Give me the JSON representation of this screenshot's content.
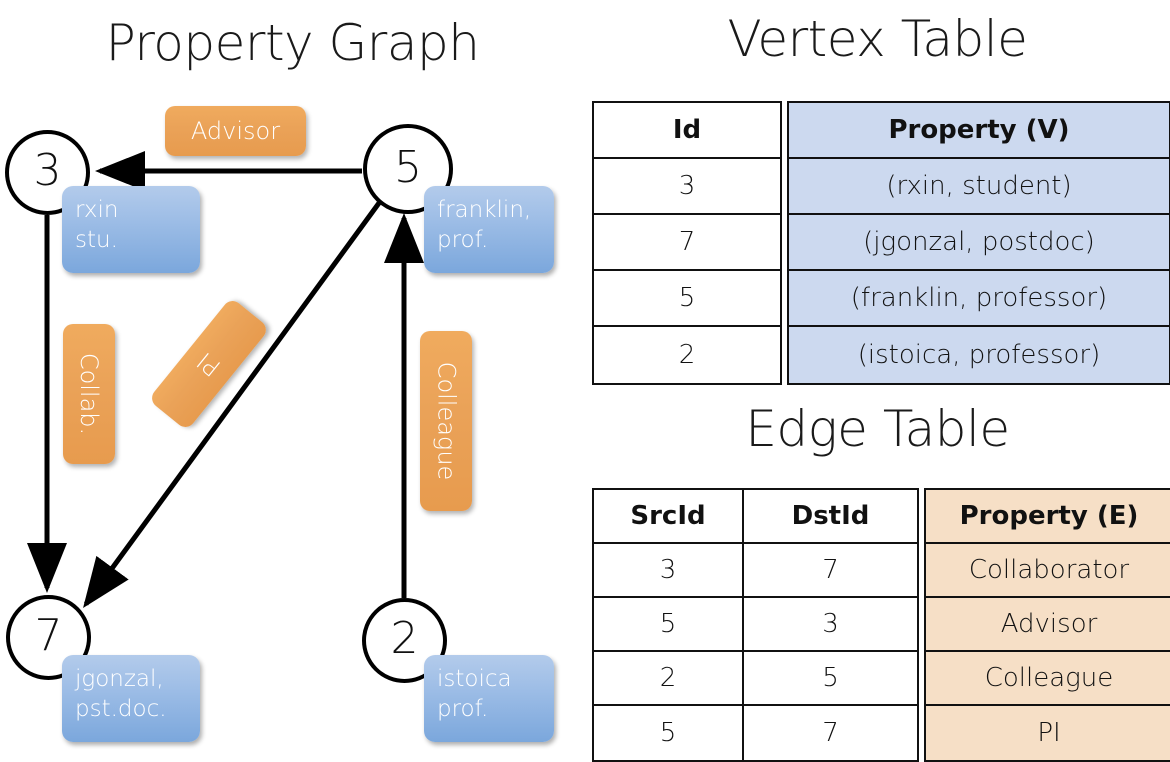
{
  "titles": {
    "property_graph": "Property Graph",
    "vertex_table": "Vertex Table",
    "edge_table": "Edge Table"
  },
  "graph": {
    "vertices": [
      {
        "id": "3",
        "property_box": {
          "line1": "rxin",
          "line2": "stu."
        }
      },
      {
        "id": "5",
        "property_box": {
          "line1": "franklin,",
          "line2": "prof."
        }
      },
      {
        "id": "7",
        "property_box": {
          "line1": "jgonzal,",
          "line2": "pst.doc."
        }
      },
      {
        "id": "2",
        "property_box": {
          "line1": "istoica",
          "line2": "prof."
        }
      }
    ],
    "edge_labels": [
      {
        "text": "Advisor",
        "orientation": "horizontal"
      },
      {
        "text": "Collab.",
        "orientation": "vertical"
      },
      {
        "text": "PI",
        "orientation": "diagonal"
      },
      {
        "text": "Colleague",
        "orientation": "vertical"
      }
    ]
  },
  "vertex_table": {
    "headers": [
      "Id",
      "Property (V)"
    ],
    "rows": [
      {
        "id": "3",
        "property": "(rxin, student)"
      },
      {
        "id": "7",
        "property": "(jgonzal, postdoc)"
      },
      {
        "id": "5",
        "property": "(franklin, professor)"
      },
      {
        "id": "2",
        "property": "(istoica, professor)"
      }
    ]
  },
  "edge_table": {
    "headers": [
      "SrcId",
      "DstId",
      "Property (E)"
    ],
    "rows": [
      {
        "src": "3",
        "dst": "7",
        "property": "Collaborator"
      },
      {
        "src": "5",
        "dst": "3",
        "property": "Advisor"
      },
      {
        "src": "2",
        "dst": "5",
        "property": "Colleague"
      },
      {
        "src": "5",
        "dst": "7",
        "property": "PI"
      }
    ]
  },
  "colors": {
    "vertex_property_blue": "#9dbde6",
    "edge_label_orange": "#eaa258",
    "table_blue_fill": "#ccd9ef",
    "table_peach_fill": "#f6dfc6",
    "stroke": "#111111"
  }
}
